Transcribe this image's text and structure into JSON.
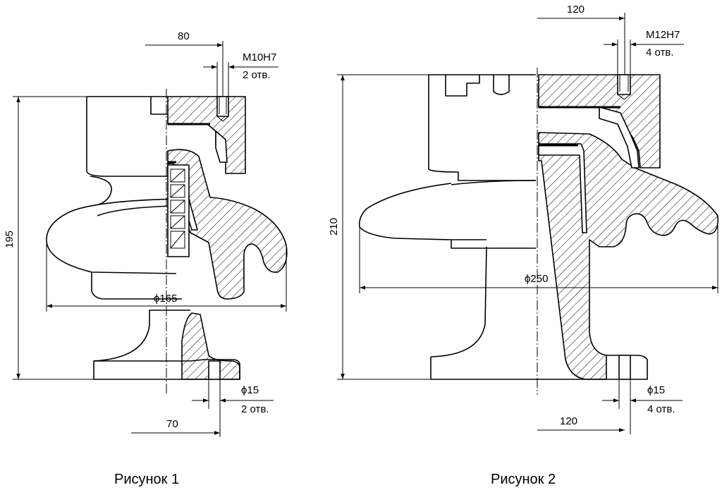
{
  "figure1": {
    "caption": "Рисунок 1",
    "dim_top": "80",
    "thread": "М10Н7",
    "thread_holes": "2 отв.",
    "height": "195",
    "diameter": "ϕ165",
    "hole_diameter": "ϕ15",
    "hole_count": "2 отв.",
    "dim_bottom": "70"
  },
  "figure2": {
    "caption": "Рисунок 2",
    "dim_top": "120",
    "thread": "М12Н7",
    "thread_holes": "4 отв.",
    "height": "210",
    "diameter": "ϕ250",
    "hole_diameter": "ϕ15",
    "hole_count": "4 отв.",
    "dim_bottom": "120"
  }
}
